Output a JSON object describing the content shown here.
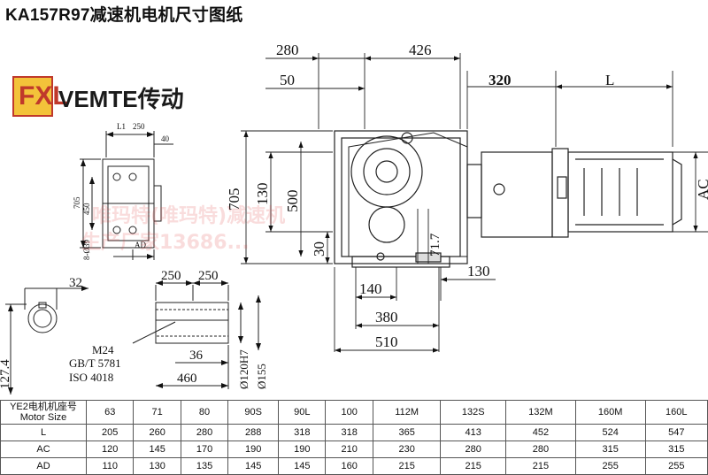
{
  "title": "KA157R97减速机电机尺寸图纸",
  "logo": {
    "mark": "FXL",
    "brand": "VEMTE传动"
  },
  "watermarks": [
    "唯玛特(唯玛特)减速机",
    "生产厂家13686..."
  ],
  "dimensions": {
    "main_top": [
      "280",
      "426",
      "50",
      "320",
      "L"
    ],
    "main_left": [
      "705",
      "130",
      "500",
      "30"
    ],
    "main_right": [
      "AC",
      "71.7",
      "130"
    ],
    "main_bottom": [
      "140",
      "380",
      "510"
    ],
    "small_view": [
      "L1",
      "250",
      "40",
      "705",
      "450",
      "8-Ø39",
      "AD"
    ],
    "shaft_view": [
      "32",
      "127.4",
      "250",
      "250",
      "36",
      "460",
      "Ø120H7",
      "Ø155"
    ],
    "shaft_notes": [
      "M24",
      "GB/T 5781",
      "ISO 4018"
    ]
  },
  "table": {
    "header_label_line1": "YE2电机机座号",
    "header_label_line2": "Motor Size",
    "sizes": [
      "63",
      "71",
      "80",
      "90S",
      "90L",
      "100",
      "112M",
      "132S",
      "132M",
      "160M",
      "160L"
    ],
    "rows": [
      {
        "label": "L",
        "values": [
          "205",
          "260",
          "280",
          "288",
          "318",
          "318",
          "365",
          "413",
          "452",
          "524",
          "547"
        ]
      },
      {
        "label": "AC",
        "values": [
          "120",
          "145",
          "170",
          "190",
          "190",
          "210",
          "230",
          "280",
          "280",
          "315",
          "315"
        ]
      },
      {
        "label": "AD",
        "values": [
          "110",
          "130",
          "135",
          "145",
          "145",
          "160",
          "215",
          "215",
          "215",
          "255",
          "255"
        ]
      }
    ]
  }
}
